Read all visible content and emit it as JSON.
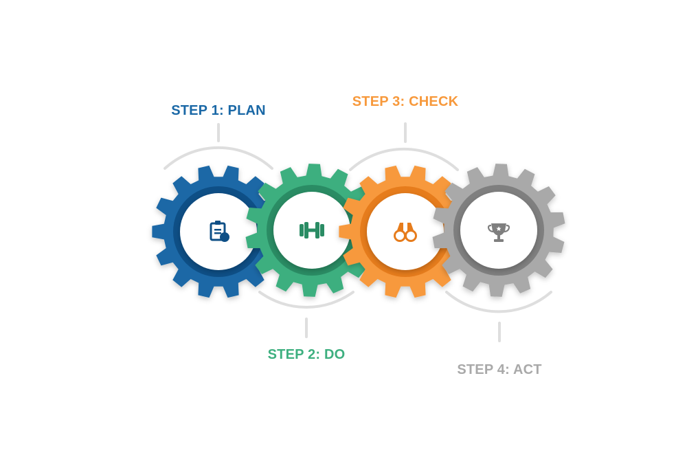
{
  "steps": [
    {
      "label": "STEP 1: PLAN",
      "color": "#1a68a6",
      "ring": "#0e4f86",
      "icon": "clipboard-check-icon"
    },
    {
      "label": "STEP 2: DO",
      "color": "#3daf7f",
      "ring": "#2a8c64",
      "icon": "dumbbell-icon"
    },
    {
      "label": "STEP 3: CHECK",
      "color": "#f7993c",
      "ring": "#e67c1c",
      "icon": "binoculars-icon"
    },
    {
      "label": "STEP 4: ACT",
      "color": "#a9a9a9",
      "ring": "#7f7f7f",
      "icon": "trophy-icon"
    }
  ],
  "colors": {
    "arc": "#dedede",
    "hub": "#ffffff"
  }
}
